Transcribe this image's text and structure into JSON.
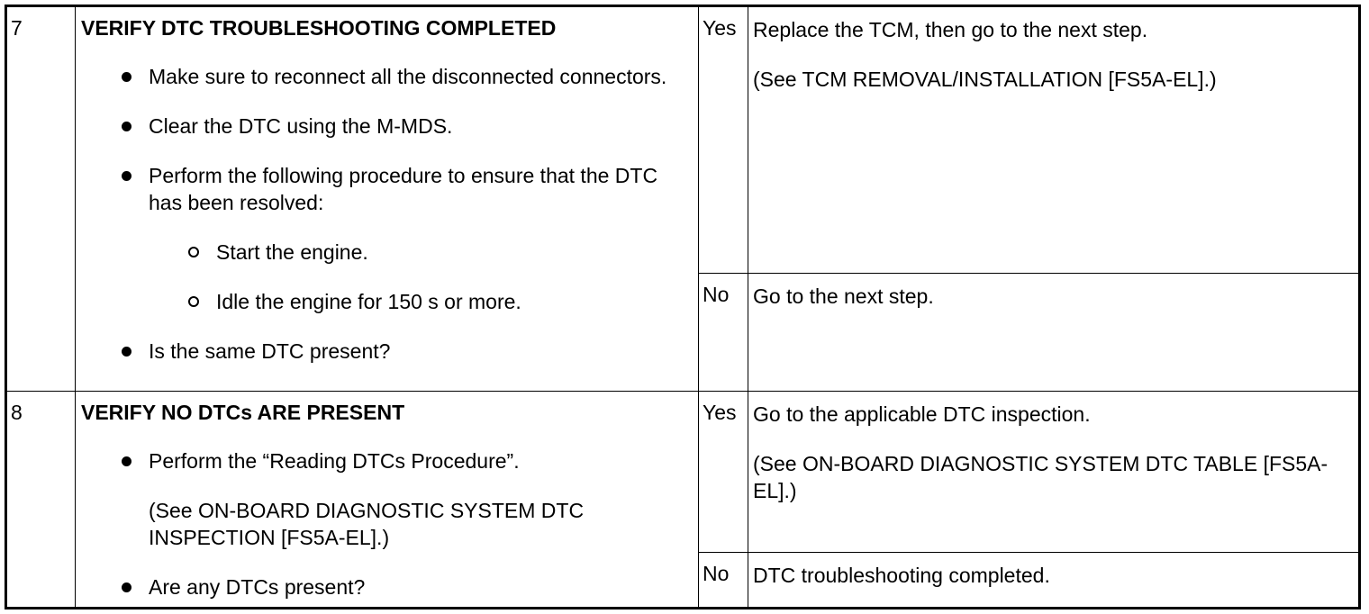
{
  "steps": [
    {
      "number": "7",
      "heading": "VERIFY DTC TROUBLESHOOTING COMPLETED",
      "bullets": [
        "Make sure to reconnect all the disconnected connectors.",
        "Clear the DTC using the M-MDS.",
        "Perform the following procedure to ensure that the DTC has been resolved:"
      ],
      "sub_bullets": [
        "Start the engine.",
        "Idle the engine for 150 s or more."
      ],
      "question": "Is the same DTC present?",
      "yes_label": "Yes",
      "yes_text": "Replace the TCM, then go to the next step.",
      "yes_ref": "(See TCM REMOVAL/INSTALLATION [FS5A-EL].)",
      "no_label": "No",
      "no_text": "Go to the next step."
    },
    {
      "number": "8",
      "heading": "VERIFY NO DTCs ARE PRESENT",
      "bullet": "Perform the “Reading DTCs Procedure”.",
      "ref": "(See ON-BOARD DIAGNOSTIC SYSTEM DTC INSPECTION [FS5A-EL].)",
      "question": "Are any DTCs present?",
      "yes_label": "Yes",
      "yes_text": "Go to the applicable DTC inspection.",
      "yes_ref": "(See ON-BOARD DIAGNOSTIC SYSTEM DTC TABLE [FS5A-EL].)",
      "no_label": "No",
      "no_text": "DTC troubleshooting completed."
    }
  ]
}
